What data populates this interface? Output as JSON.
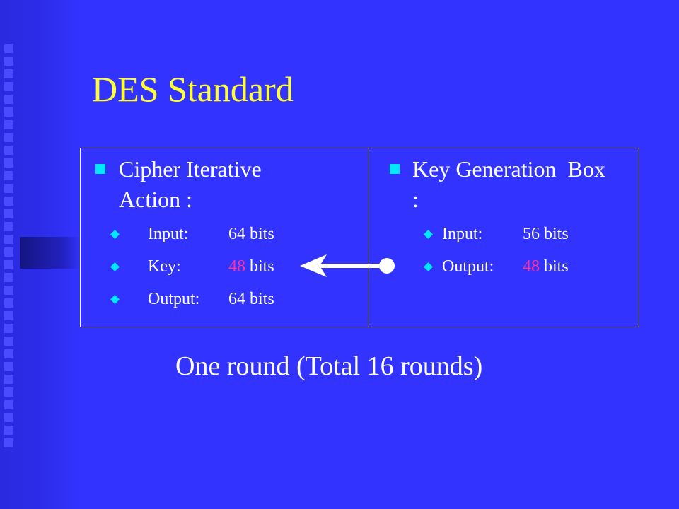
{
  "title": "DES Standard",
  "left_box": {
    "heading_line1": "Cipher Iterative",
    "heading_line2": "Action :",
    "items": [
      {
        "label": "Input:",
        "value_num": "",
        "value_rest": "64 bits"
      },
      {
        "label": "Key:",
        "value_num": "48",
        "value_rest": " bits"
      },
      {
        "label": "Output:",
        "value_num": "",
        "value_rest": "64 bits"
      }
    ]
  },
  "right_box": {
    "heading_line1": "Key Generation  Box",
    "heading_line2": ":",
    "items": [
      {
        "label": "Input:",
        "value_num": "",
        "value_rest": "56 bits"
      },
      {
        "label": "Output:",
        "value_num": "48",
        "value_rest": " bits"
      }
    ]
  },
  "caption": "One round (Total 16 rounds)",
  "colors": {
    "background": "#3333ff",
    "title": "#ffff33",
    "text": "#ffffff",
    "highlight": "#ff3399",
    "bullet": "#00e8ff"
  }
}
